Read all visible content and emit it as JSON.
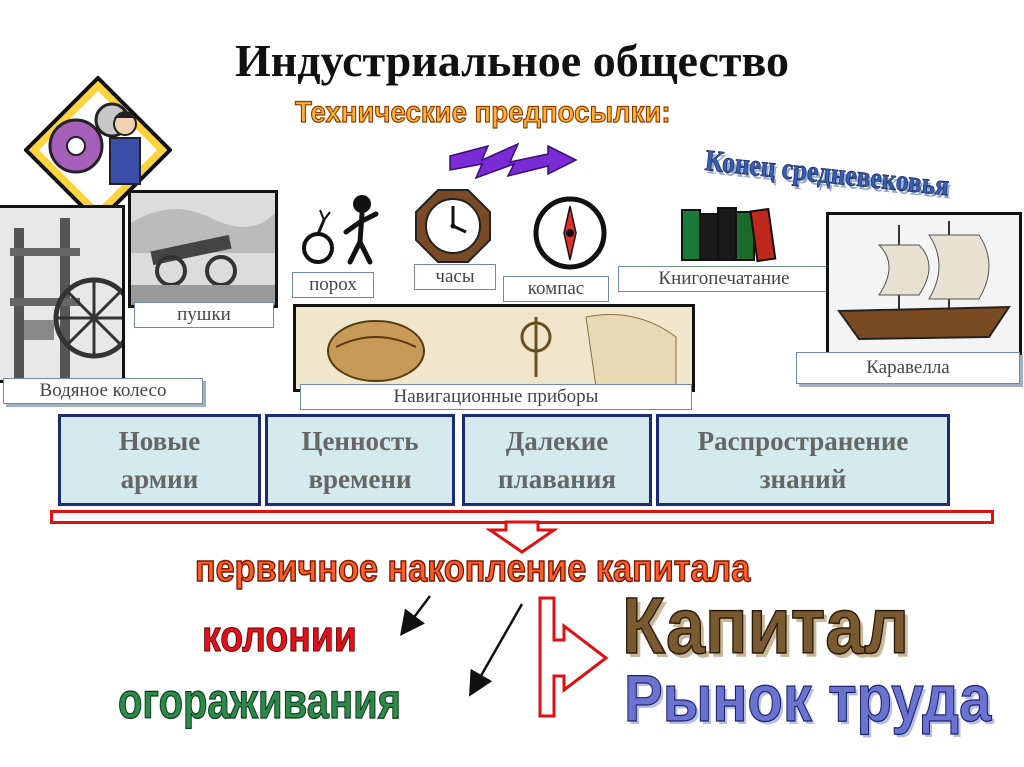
{
  "title": "Индустриальное общество",
  "subtitle": "Технические предпосылки:",
  "annotation": "Конец средневековья",
  "images": {
    "vodyanoe": "Водяное  колесо",
    "pushki": "пушки",
    "poroh": "порох",
    "chasy": "часы",
    "kompas": "компас",
    "knigopechatanie": "Книгопечатание",
    "karavella": "Каравелла",
    "navigatsionnye": "Навигационные приборы"
  },
  "categories": [
    {
      "line1": "Новые",
      "line2": "армии"
    },
    {
      "line1": "Ценность",
      "line2": "времени"
    },
    {
      "line1": "Далекие",
      "line2": "плавания"
    },
    {
      "line1": "Распространение",
      "line2": "знаний"
    }
  ],
  "result": "первичное накопление капитала",
  "sources": {
    "kolonii": "колонии",
    "ogorazhivaniya": "огораживания"
  },
  "outcomes": {
    "kapital": "Капитал",
    "rynok": "Рынок труда"
  },
  "colors": {
    "frame": "#1d2b74",
    "bar": "#e01010",
    "category_bg": "#d4eaee"
  }
}
